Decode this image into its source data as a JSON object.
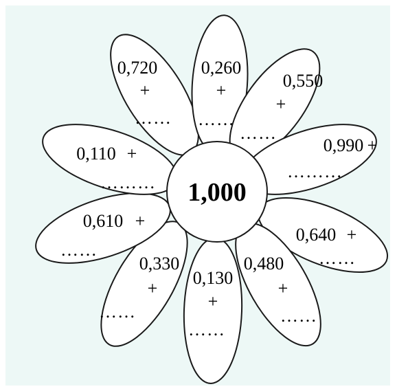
{
  "colors": {
    "background": "#edf8f6",
    "outline": "#1a1a1a",
    "fill": "#ffffff"
  },
  "center": {
    "value": "1,000"
  },
  "petals": [
    {
      "number": "0,720",
      "plus": "+",
      "dots": "……"
    },
    {
      "number": "0,260",
      "plus": "+",
      "dots": "……"
    },
    {
      "number": "0,550",
      "plus": "+",
      "dots": "……"
    },
    {
      "number": "0,990",
      "plus": "+",
      "dots": "………"
    },
    {
      "number": "0,640",
      "plus": "+",
      "dots": "……"
    },
    {
      "number": "0,480",
      "plus": "+",
      "dots": "……"
    },
    {
      "number": "0,130",
      "plus": "+",
      "dots": "……"
    },
    {
      "number": "0,330",
      "plus": "+",
      "dots": "……"
    },
    {
      "number": "0,610",
      "plus": "+",
      "dots": "……"
    },
    {
      "number": "0,110",
      "plus": "+",
      "dots": "………"
    }
  ]
}
